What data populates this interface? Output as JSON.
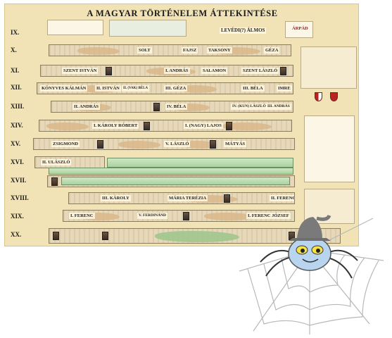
{
  "poster": {
    "title": "A MAGYAR TÖRTÉNELEM ÁTTEKINTÉSE",
    "header_labels": [
      "LEVÉDI(?) ÁLMOS",
      "ÁRPÁD"
    ],
    "centuries": [
      "IX.",
      "X.",
      "XI.",
      "XII.",
      "XIII.",
      "XIV.",
      "XV.",
      "XVI.",
      "XVII.",
      "XVIII.",
      "XIX.",
      "XX."
    ],
    "rulers": {
      "x": [
        "SOLT",
        "FAJSZ",
        "TAKSONY",
        "GÉZA"
      ],
      "xi": [
        "SZENT ISTVÁN",
        "I. ANDRÁS",
        "SALAMON",
        "SZENT LÁSZLÓ"
      ],
      "xii": [
        "KÖNYVES KÁLMÁN",
        "II. ISTVÁN",
        "II. (VAK) BÉLA",
        "III. GÉZA",
        "III. BÉLA",
        "IMRE"
      ],
      "xiii": [
        "II. ANDRÁS",
        "IV. BÉLA",
        "IV. (KUN) LÁSZLÓ",
        "III. ANDRÁS"
      ],
      "xiv": [
        "I. KÁROLY RÓBERT",
        "I. (NAGY) LAJOS"
      ],
      "xv": [
        "ZSIGMOND",
        "V. LÁSZLÓ",
        "MÁTYÁS"
      ],
      "xvi": [
        "II. ULÁSZLÓ"
      ],
      "xviii": [
        "III. KÁROLY",
        "MÁRIA TERÉZIA",
        "II. FERENC"
      ],
      "xix": [
        "I. FERENC",
        "V. FERDINÁND",
        "I. FERENC JÓZSEF"
      ]
    }
  },
  "colors": {
    "poster_bg": "#f1e3b6",
    "band": "#e6d8b9",
    "map_land": "#d9b78a",
    "map_green": "#9cc58a",
    "spider_hat": "#6f6f6f",
    "spider_face": "#b8d4ef"
  },
  "icons": [
    "spider-web-icon",
    "spider-icon",
    "coat-of-arms-icon"
  ]
}
